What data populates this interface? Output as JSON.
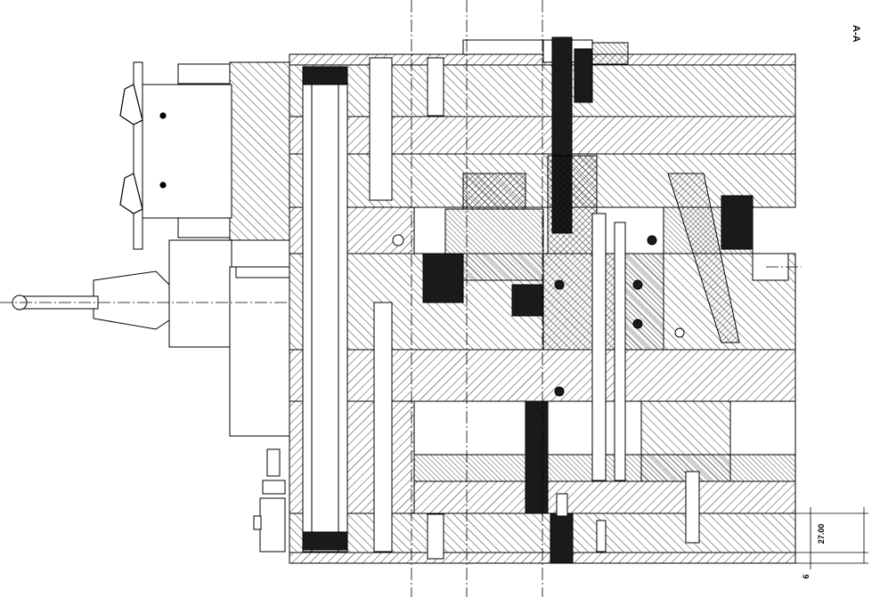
{
  "drawing": {
    "section_label": "A-A",
    "dimensions": {
      "height_label": "27.00",
      "small_label": "6"
    }
  },
  "colors": {
    "line": "#000000",
    "hatch": "#000000",
    "background": "#ffffff",
    "dark_fill": "#1a1a1a"
  }
}
